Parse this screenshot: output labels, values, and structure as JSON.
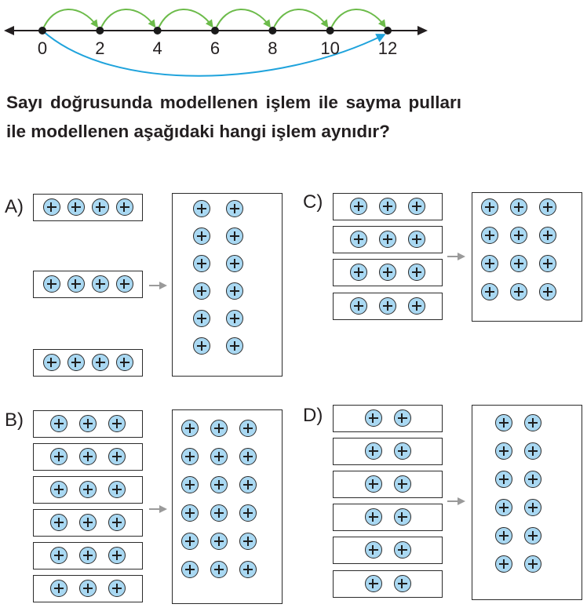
{
  "number_line": {
    "min": 0,
    "max": 12,
    "tick_labels": [
      "0",
      "2",
      "4",
      "6",
      "8",
      "10",
      "12"
    ],
    "tick_values": [
      0,
      2,
      4,
      6,
      8,
      10,
      12
    ],
    "jumps": [
      [
        0,
        2
      ],
      [
        2,
        4
      ],
      [
        4,
        6
      ],
      [
        6,
        8
      ],
      [
        8,
        10
      ],
      [
        10,
        12
      ]
    ],
    "long_jump": [
      0,
      12
    ],
    "colors": {
      "line": "#231f20",
      "jump": "#6cbb4a",
      "long_jump": "#1fa3dc"
    }
  },
  "question": {
    "text": "Sayı doğrusunda modellenen işlem ile sayma pulları ile modellenen aşağıdaki hangi işlem aynıdır?"
  },
  "counter_color": "#a9d8f2",
  "options": [
    {
      "label": "A)",
      "groups": 3,
      "per_group": 4,
      "result_rows": 6,
      "result_cols": 2
    },
    {
      "label": "B)",
      "groups": 6,
      "per_group": 3,
      "result_rows": 6,
      "result_cols": 3
    },
    {
      "label": "C)",
      "groups": 4,
      "per_group": 3,
      "result_rows": 4,
      "result_cols": 3
    },
    {
      "label": "D)",
      "groups": 6,
      "per_group": 2,
      "result_rows": 6,
      "result_cols": 2
    }
  ]
}
